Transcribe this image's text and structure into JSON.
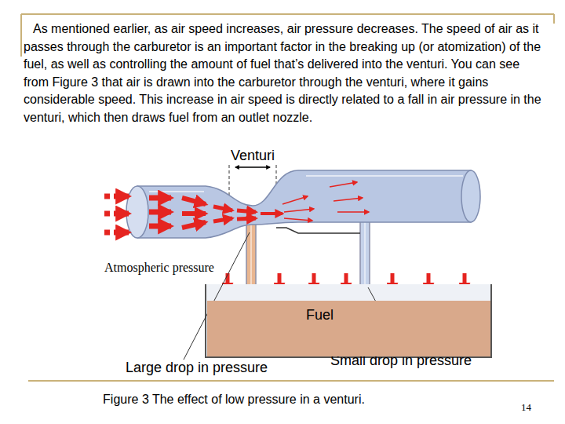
{
  "diagram": {
    "caption": "Figure 3 The effect of low pressure in a venturi.",
    "nodes": [
      {
        "text": [
          "Fuel"
        ]
      }
    ],
    "labels": [
      "As mentioned earlier, as air speed increases, air pressure decreases. The speed of air as it passes through the carburetor is an important factor in the breaking up (or atomization) of the fuel, as well as controlling the amount of fuel that’s delivered into the venturi. You can see from Figure 3 that air is drawn into the carburetor through the venturi, where it gains considerable speed. This increase in air speed is directly related to a fall in air pressure in the venturi, which then draws fuel from an outlet nozzle.",
      "Venturi",
      "Atmospheric pressure",
      "Large drop in pressure",
      "Small drop in pressure",
      "14"
    ]
  }
}
